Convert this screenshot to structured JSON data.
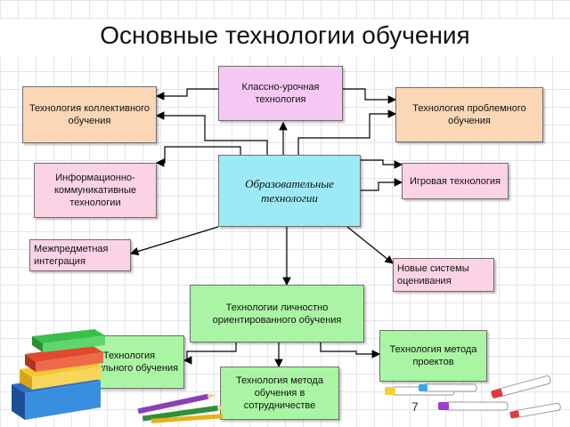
{
  "title": "Основные технологии обучения",
  "boxes": {
    "class_lesson": "Классно-урочная технология",
    "collective": "Технология коллективного обучения",
    "problem": "Технология проблемного обучения",
    "info_comm": "Информационно-коммуникативные технологии",
    "educational": "Образовательные технологии",
    "game": "Игровая технология",
    "interdisciplinary": "Межпредметная интеграция",
    "assessment": "Новые системы оценивания",
    "personal": "Технологии личностно ориентированного обучения",
    "modular": "Технология модульного обучения",
    "projects": "Технология метода проектов",
    "cooperation": "Технология метода обучения в сотрудничестве"
  },
  "page_number": "7",
  "colors": {
    "peach": "#fcd7b6",
    "pink": "#f8c8f4",
    "light_pink": "#fbd3e4",
    "cyan": "#9ceaf6",
    "green": "#aaf5a3",
    "line": "#000000"
  }
}
